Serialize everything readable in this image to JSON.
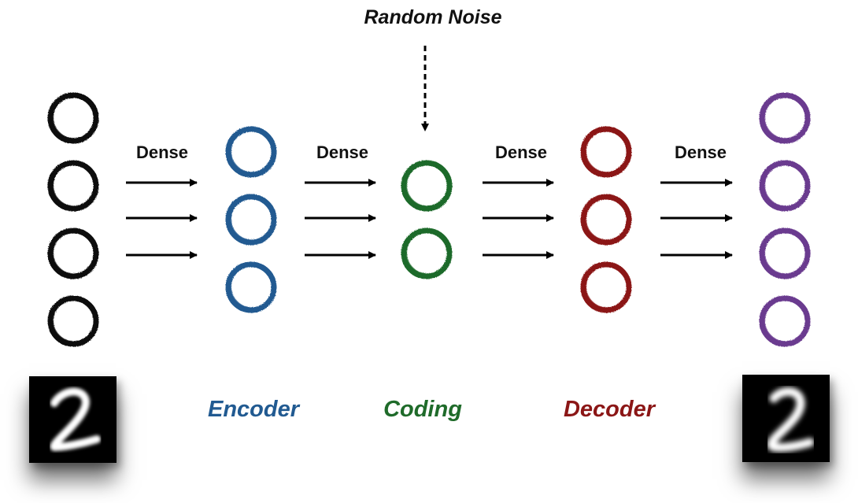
{
  "noise_label": "Random Noise",
  "dense_labels": [
    "Dense",
    "Dense",
    "Dense",
    "Dense"
  ],
  "sections": {
    "encoder": "Encoder",
    "coding": "Coding",
    "decoder": "Decoder"
  },
  "layers": [
    {
      "name": "input",
      "nodes": 4,
      "color": "#111111"
    },
    {
      "name": "encoder",
      "nodes": 3,
      "color": "#215a91"
    },
    {
      "name": "coding",
      "nodes": 2,
      "color": "#1f6b2a"
    },
    {
      "name": "decoder",
      "nodes": 3,
      "color": "#8b1616"
    },
    {
      "name": "output",
      "nodes": 4,
      "color": "#6a3a8f"
    }
  ],
  "colors": {
    "encoder": "#215a91",
    "coding": "#1f6b2a",
    "decoder": "#8b1616",
    "text": "#111111"
  },
  "images": {
    "input": "handwritten digit 2 (input)",
    "output": "reconstructed digit 2 (output)"
  }
}
